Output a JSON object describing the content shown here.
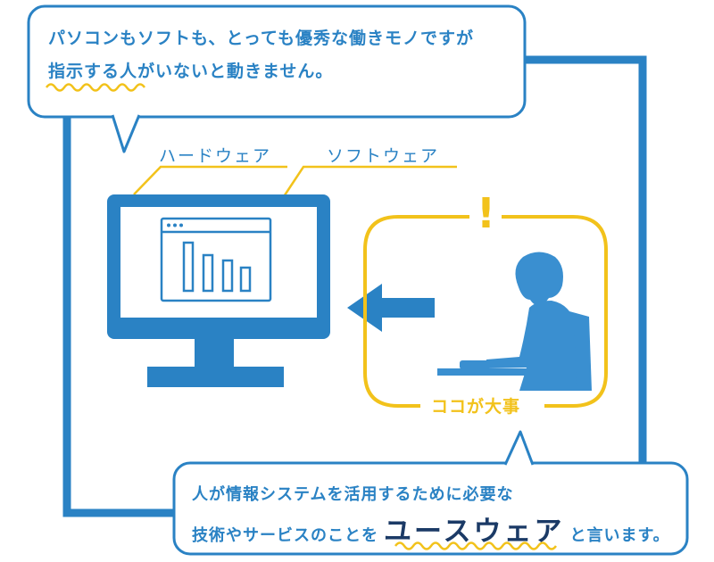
{
  "top_bubble": {
    "line1": "パソコンもソフトも、とっても優秀な働きモノですが",
    "line2": "指示する人がいないと動きません。"
  },
  "labels": {
    "hardware": "ハードウェア",
    "software": "ソフトウェア"
  },
  "focus": {
    "mark": "!",
    "caption": "ココが大事"
  },
  "bottom_bubble": {
    "line1": "人が情報システムを活用するために必要な",
    "line2_before": "技術やサービスのことを",
    "keyword": "ユースウェア",
    "line2_after": "と言います。"
  },
  "colors": {
    "blue": "#2a82c4",
    "yellow": "#f2c21b",
    "navy": "#1b3a66",
    "person": "#3a8fd0"
  }
}
